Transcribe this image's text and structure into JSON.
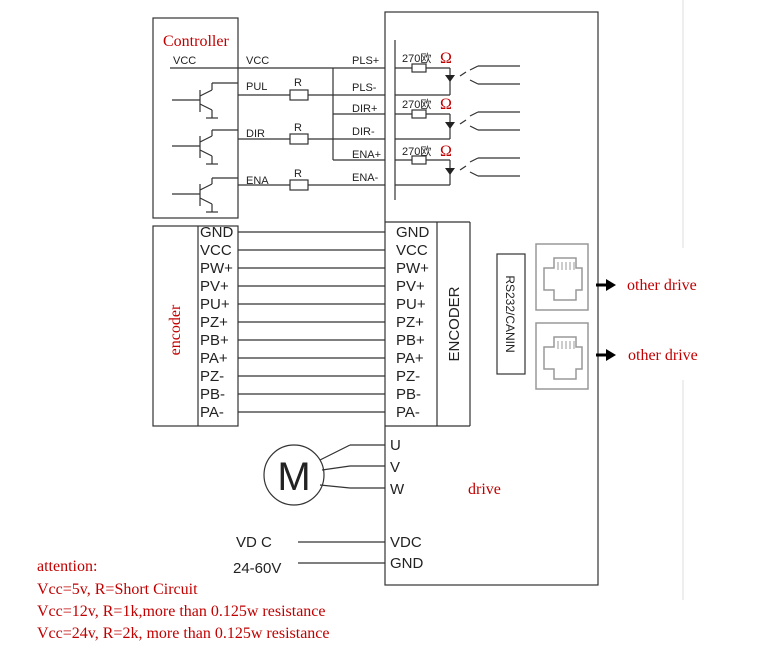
{
  "controller": {
    "title": "Controller",
    "vcc_label": "VCC",
    "pul_label": "PUL",
    "dir_label": "DIR",
    "ena_label": "ENA",
    "resistor_label": "R"
  },
  "drive_inputs": {
    "pins": [
      "PLS+",
      "PLS-",
      "DIR+",
      "DIR-",
      "ENA+",
      "ENA-"
    ],
    "series_resistor": "270欧",
    "ohm_symbol": "Ω"
  },
  "encoder": {
    "vertical_label": "encoder",
    "pins": [
      "GND",
      "VCC",
      "PW+",
      "PV+",
      "PU+",
      "PZ+",
      "PB+",
      "PA+",
      "PZ-",
      "PB-",
      "PA-"
    ],
    "drive_pins": [
      "GND",
      "VCC",
      "PW+",
      "PV+",
      "PU+",
      "PZ+",
      "PB+",
      "PA+",
      "PZ-",
      "PB-",
      "PA-"
    ],
    "drive_block_label": "ENCODER"
  },
  "comm": {
    "label": "RS232/CANIN",
    "ports": [
      {
        "label": "other drive"
      },
      {
        "label": "other drive"
      }
    ]
  },
  "motor": {
    "symbol": "M",
    "phases": [
      "U",
      "V",
      "W"
    ]
  },
  "drive": {
    "label": "drive"
  },
  "power": {
    "supply_label": "VD C",
    "voltage_range": "24-60V",
    "drive_pins": [
      "VDC",
      "GND"
    ]
  },
  "attention": {
    "title": "attention:",
    "lines": [
      "Vcc=5v, R=Short Circuit",
      "Vcc=12v, R=1k,more than 0.125w resistance",
      "Vcc=24v, R=2k, more than 0.125w resistance"
    ]
  }
}
